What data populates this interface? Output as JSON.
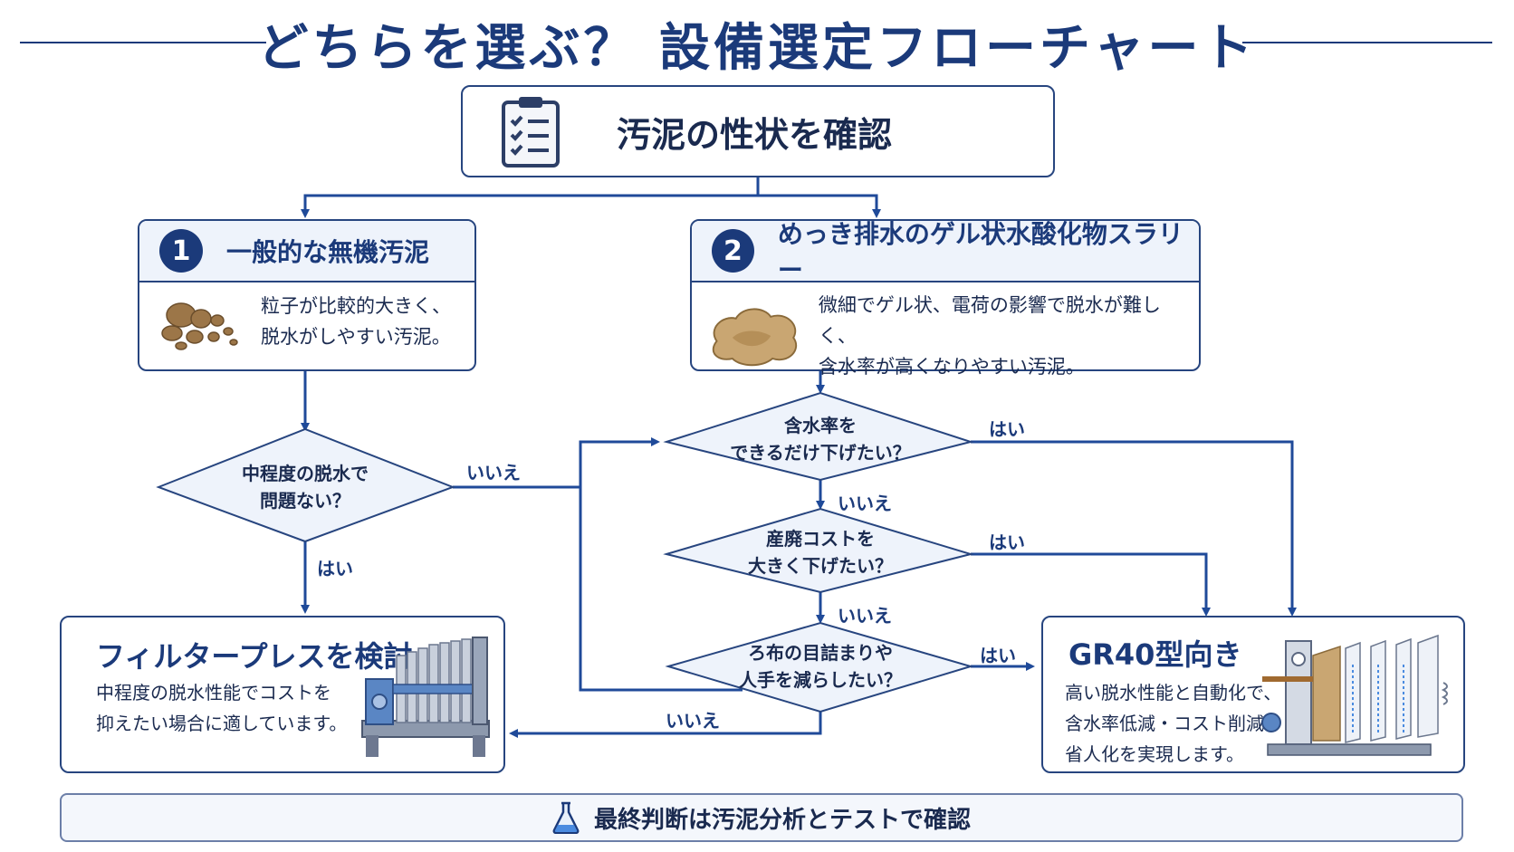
{
  "title": "どちらを選ぶ？ 設備選定フローチャート",
  "start": {
    "label": "汚泥の性状を確認",
    "icon": "clipboard-icon"
  },
  "type1": {
    "number": "1",
    "title": "一般的な無機汚泥",
    "desc_line1": "粒子が比較的大きく、",
    "desc_line2": "脱水がしやすい汚泥。",
    "icon": "granular-sludge-icon"
  },
  "type2": {
    "number": "2",
    "title": "めっき排水のゲル状水酸化物スラリー",
    "desc_line1": "微細でゲル状、電荷の影響で脱水が難しく、",
    "desc_line2": "含水率が高くなりやすい汚泥。",
    "icon": "gel-sludge-icon"
  },
  "q_left": {
    "line1": "中程度の脱水で",
    "line2": "問題ない？"
  },
  "q1": {
    "line1": "含水率を",
    "line2": "できるだけ下げたい？"
  },
  "q2": {
    "line1": "産廃コストを",
    "line2": "大きく下げたい？"
  },
  "q3": {
    "line1": "ろ布の目詰まりや",
    "line2": "人手を減らしたい？"
  },
  "labels": {
    "yes": "はい",
    "no": "いいえ"
  },
  "result_fp": {
    "title": "フィルタープレスを検討",
    "desc_line1": "中程度の脱水性能でコストを",
    "desc_line2": "抑えたい場合に適しています。",
    "icon": "filter-press-icon"
  },
  "result_gr": {
    "title": "GR40型向き",
    "desc_line1": "高い脱水性能と自動化で、",
    "desc_line2": "含水率低減・コスト削減・",
    "desc_line3": "省人化を実現します。",
    "icon": "gr40-machine-icon"
  },
  "footer": {
    "label": "最終判断は汚泥分析とテストで確認",
    "icon": "flask-icon"
  },
  "colors": {
    "primary": "#1b3a7a",
    "line": "#1f4a99",
    "border": "#27457f"
  }
}
